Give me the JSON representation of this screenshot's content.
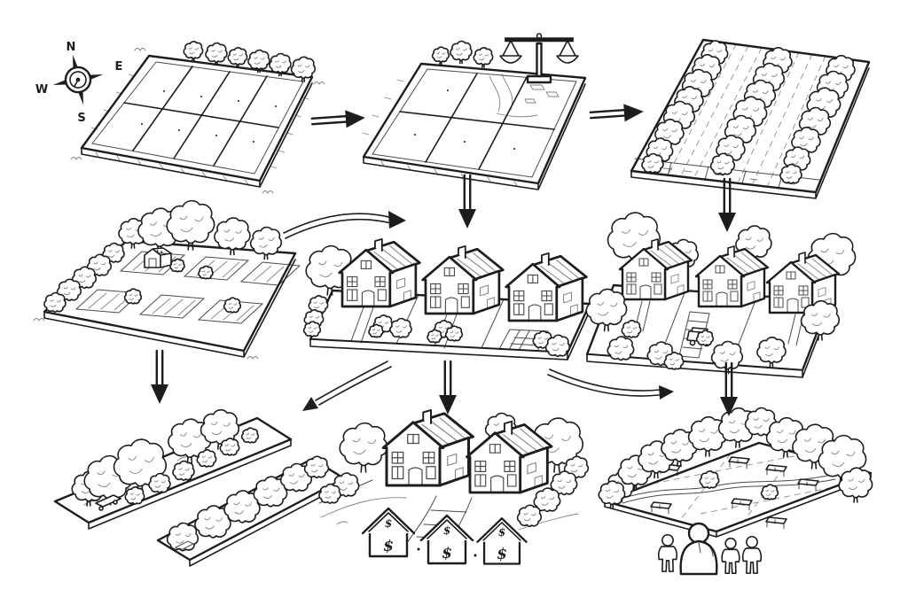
{
  "palette": {
    "ink": "#1d1d1b",
    "paper": "#ffffff"
  },
  "compass": {
    "north": "N",
    "east": "E",
    "south": "S",
    "west": "W"
  },
  "symbols": {
    "dollar": "$"
  },
  "icons": [
    "compass-rose-icon",
    "balance-scale-icon",
    "money-house-icon",
    "people-group-icon",
    "tree-icon",
    "bush-icon",
    "house-icon",
    "picnic-table-icon",
    "car-icon",
    "arrow-icon"
  ],
  "scenes": [
    {
      "id": "open-field-grid",
      "row": 1,
      "col": 1,
      "depicts": "empty surveyed field divided into 8 parcels, tree line at rear, compass rose"
    },
    {
      "id": "reallocated-field-balance",
      "row": 1,
      "col": 2,
      "depicts": "field re-divided into 6 parcels with balance scale (legal reallocation)"
    },
    {
      "id": "strip-field-tree-rows",
      "row": 1,
      "col": 3,
      "depicts": "field in long strips with three rows of trees"
    },
    {
      "id": "allotment-gardens",
      "row": 2,
      "col": 1,
      "depicts": "garden beds, hedgerow, shed and large trees"
    },
    {
      "id": "three-new-houses",
      "row": 2,
      "col": 2,
      "depicts": "three houses on fresh lots with front yards"
    },
    {
      "id": "three-houses-mature-yards",
      "row": 2,
      "col": 3,
      "depicts": "three houses with grown trees, driveway and car"
    },
    {
      "id": "overgrown-tree-strips",
      "row": 3,
      "col": 1,
      "depicts": "two narrow abandoned strips overgrown with trees"
    },
    {
      "id": "two-houses-money",
      "row": 3,
      "col": 2,
      "depicts": "two large houses with three dollar-sign house icons (property value)"
    },
    {
      "id": "community-park-people",
      "row": 3,
      "col": 3,
      "depicts": "park plot with trees, benches and four people"
    }
  ],
  "arrows": [
    {
      "from": "open-field-grid",
      "to": "reallocated-field-balance",
      "style": "straight-right"
    },
    {
      "from": "reallocated-field-balance",
      "to": "strip-field-tree-rows",
      "style": "straight-right"
    },
    {
      "from": "reallocated-field-balance",
      "to": "three-new-houses",
      "style": "straight-down"
    },
    {
      "from": "strip-field-tree-rows",
      "to": "three-houses-mature-yards",
      "style": "straight-down"
    },
    {
      "from": "allotment-gardens",
      "to": "three-new-houses",
      "style": "curved-right"
    },
    {
      "from": "allotment-gardens",
      "to": "overgrown-tree-strips",
      "style": "straight-down"
    },
    {
      "from": "three-new-houses",
      "to": "overgrown-tree-strips",
      "style": "curved-down-left"
    },
    {
      "from": "three-new-houses",
      "to": "two-houses-money",
      "style": "straight-down"
    },
    {
      "from": "three-new-houses",
      "to": "community-park-people",
      "style": "curved-right"
    },
    {
      "from": "three-houses-mature-yards",
      "to": "community-park-people",
      "style": "straight-down"
    }
  ]
}
